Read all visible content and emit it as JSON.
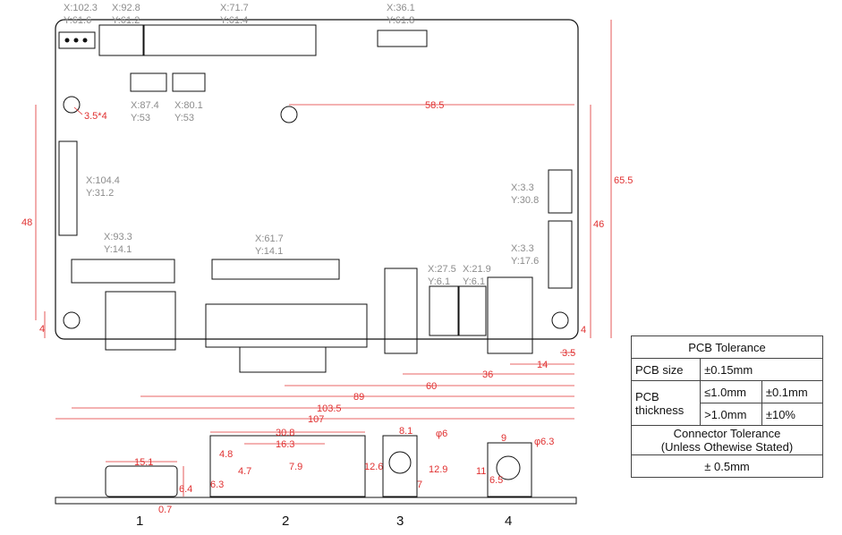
{
  "connectors": [
    {
      "x": "X:102.3",
      "y": "Y:61.6"
    },
    {
      "x": "X:92.8",
      "y": "Y:61.2"
    },
    {
      "x": "X:71.7",
      "y": "Y:61.4"
    },
    {
      "x": "X:36.1",
      "y": "Y:61.8"
    },
    {
      "x": "X:87.4",
      "y": "Y:53"
    },
    {
      "x": "X:80.1",
      "y": "Y:53"
    },
    {
      "x": "X:104.4",
      "y": "Y:31.2"
    },
    {
      "x": "X:3.3",
      "y": "Y:30.8"
    },
    {
      "x": "X:93.3",
      "y": "Y:14.1"
    },
    {
      "x": "X:61.7",
      "y": "Y:14.1"
    },
    {
      "x": "X:27.5",
      "y": "Y:6.1"
    },
    {
      "x": "X:21.9",
      "y": "Y:6.1"
    },
    {
      "x": "X:3.3",
      "y": "Y:17.6"
    }
  ],
  "dims": {
    "hole": "3.5*4",
    "d58": "58.5",
    "d48": "48",
    "d65": "65.5",
    "d46": "46",
    "d4a": "4",
    "d4b": "4",
    "d35": "3.5",
    "d14": "14",
    "d36": "36",
    "d60": "60",
    "d89": "89",
    "d103": "103.5",
    "d107": "107"
  },
  "side": {
    "hdmi_w": "15.1",
    "hdmi_h": "6.4",
    "hdmi_off": "0.7",
    "vga_w": "30.8",
    "vga_s1": "4.8",
    "vga_s2": "16.3",
    "vga_h1": "6.3",
    "vga_h2": "4.7",
    "vga_h3": "7.9",
    "vga_h4": "12.6",
    "jack_w": "8.1",
    "jack_d": "φ6",
    "jack_h1": "7",
    "jack_h2": "12.9",
    "dc_w": "9",
    "dc_d": "φ6.3",
    "dc_h1": "11",
    "dc_h2": "6.5",
    "n1": "1",
    "n2": "2",
    "n3": "3",
    "n4": "4"
  },
  "table": {
    "title": "PCB Tolerance",
    "size_label": "PCB size",
    "size_val": "±0.15mm",
    "thick_label1": "PCB",
    "thick_label2": "thickness",
    "t1_cond": "≤1.0mm",
    "t1_val": "±0.1mm",
    "t2_cond": ">1.0mm",
    "t2_val": "±10%",
    "conn_title": "Connector Tolerance",
    "conn_sub": "(Unless Othewise Stated)",
    "conn_val": "± 0.5mm"
  }
}
